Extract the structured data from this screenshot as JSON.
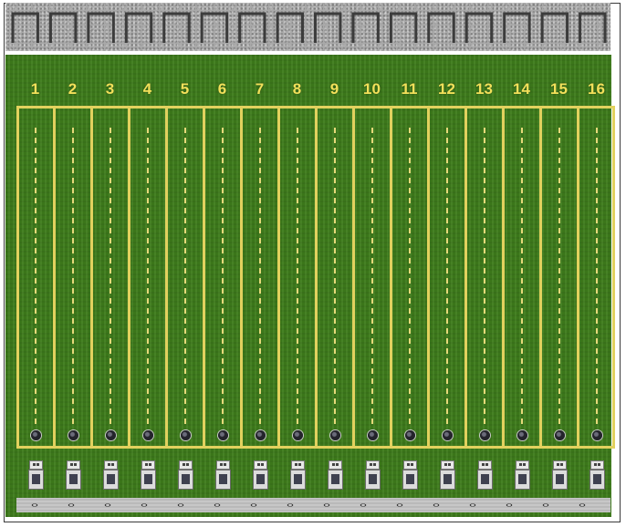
{
  "race_track": {
    "lanes": [
      {
        "number": "1"
      },
      {
        "number": "2"
      },
      {
        "number": "3"
      },
      {
        "number": "4"
      },
      {
        "number": "5"
      },
      {
        "number": "6"
      },
      {
        "number": "7"
      },
      {
        "number": "8"
      },
      {
        "number": "9"
      },
      {
        "number": "10"
      },
      {
        "number": "11"
      },
      {
        "number": "12"
      },
      {
        "number": "13"
      },
      {
        "number": "14"
      },
      {
        "number": "15"
      },
      {
        "number": "16"
      }
    ]
  },
  "colors": {
    "field_green": "#3f7d1c",
    "lane_line_yellow": "#e2d15e",
    "lane_number_yellow": "#f2e05a",
    "stands_gray": "#a9a9a9"
  },
  "icons": {
    "start_block": "start-block-icon",
    "robot": "robot-icon",
    "stands": "grandstand-icon",
    "chain": "chain-fence-icon"
  }
}
